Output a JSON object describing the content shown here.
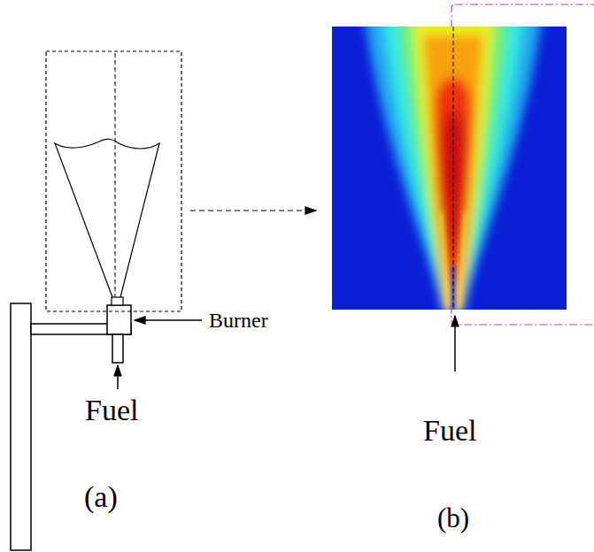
{
  "diagram": {
    "labels": [
      "Burner",
      "Fuel",
      "(a)",
      "Fuel",
      "(b)"
    ]
  }
}
